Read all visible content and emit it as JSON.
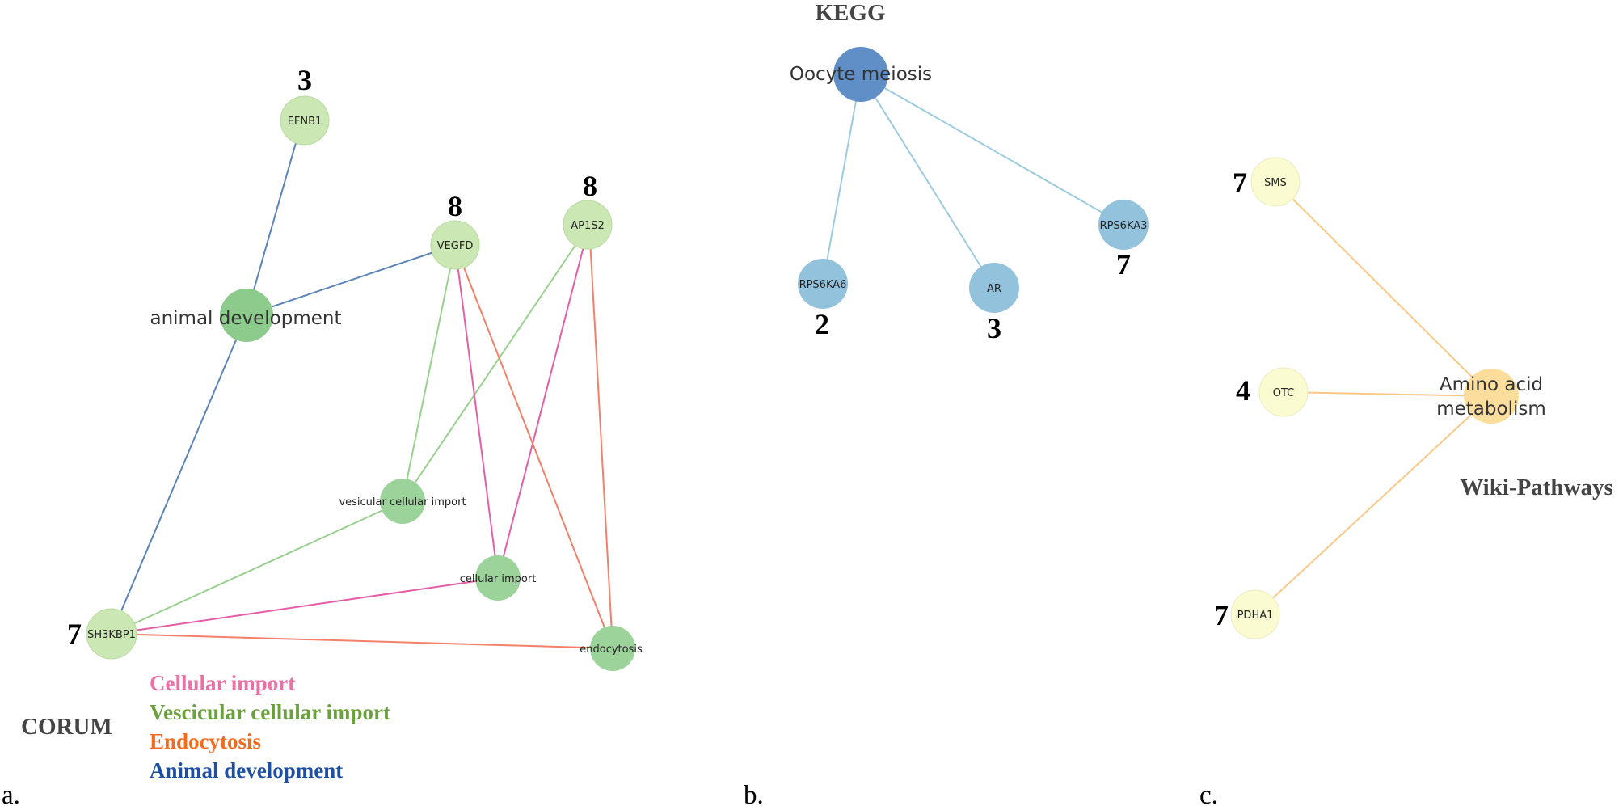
{
  "panels": {
    "a": {
      "letter": "a.",
      "db_title": "CORUM",
      "hub_label": "animal development",
      "nodes": {
        "efnb1": "EFNB1",
        "vegfd": "VEGFD",
        "ap1s2": "AP1S2",
        "sh3kbp1": "SH3KBP1",
        "vesicular": "vesicular cellular import",
        "cellular": "cellular import",
        "endocytosis": "endocytosis"
      },
      "numbers": {
        "efnb1": "3",
        "vegfd": "8",
        "ap1s2": "8",
        "sh3kbp1": "7"
      },
      "legend": [
        {
          "label": "Cellular import",
          "color": "#ec6fa6"
        },
        {
          "label": "Vescicular cellular import",
          "color": "#6aa13c"
        },
        {
          "label": "Endocytosis",
          "color": "#f26b21"
        },
        {
          "label": "Animal development",
          "color": "#1f4fa3"
        }
      ],
      "edge_colors": {
        "development": "#5b84b8",
        "vesicular": "#99d08f",
        "cellular": "#e45ea7",
        "endocytosis": "#f2806a"
      },
      "node_colors": {
        "gene": "#cbe7b4",
        "term": "#9bd39a",
        "hub": "#8ccb8c"
      }
    },
    "b": {
      "letter": "b.",
      "db_title": "KEGG",
      "hub_label": "Oocyte meiosis",
      "nodes": {
        "rps6ka6": "RPS6KA6",
        "ar": "AR",
        "rps6ka3": "RPS6KA3"
      },
      "numbers": {
        "rps6ka6": "2",
        "ar": "3",
        "rps6ka3": "7"
      },
      "colors": {
        "hub": "#5f8fc6",
        "gene": "#93c2dc",
        "edge": "#9ccbe0"
      }
    },
    "c": {
      "letter": "c.",
      "db_title": "Wiki-Pathways",
      "hub_label_line1": "Amino acid",
      "hub_label_line2": "metabolism",
      "nodes": {
        "sms": "SMS",
        "otc": "OTC",
        "pdha1": "PDHA1"
      },
      "numbers": {
        "sms": "7",
        "otc": "4",
        "pdha1": "7"
      },
      "colors": {
        "hub": "#fcdd9c",
        "gene": "#fbfbd2",
        "edge": "#f9c987"
      }
    }
  }
}
